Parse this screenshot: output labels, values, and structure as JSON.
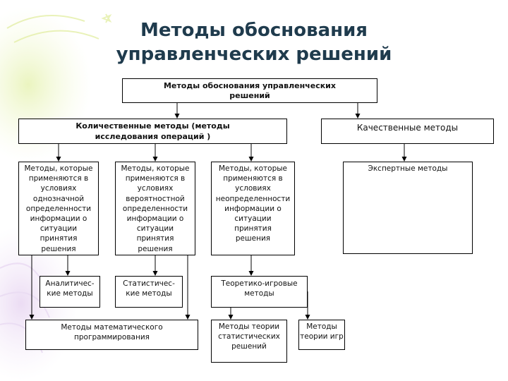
{
  "title": {
    "line1": "Методы обоснования",
    "line2": "управленческих решений"
  },
  "boxes": {
    "root": [
      "Методы обоснования управленческих",
      "решений"
    ],
    "quantitative": [
      "Количественные методы (методы",
      "исследования операций )"
    ],
    "qualitative": "Качественные методы",
    "certainty": [
      "Методы, которые",
      "применяются в",
      "условиях",
      "однозначной",
      "определенности",
      "информации о",
      "ситуации",
      "принятия",
      "решения"
    ],
    "probabilistic": [
      "Методы, которые",
      "применяются в",
      "условиях",
      "вероятностной",
      "определенности",
      "информации о",
      "ситуации",
      "принятия",
      "решения"
    ],
    "uncertainty": [
      "Методы, которые",
      "применяются в",
      "условиях",
      "неопределенности",
      "информации о",
      "ситуации",
      "принятия",
      "решения"
    ],
    "expert": "Экспертные методы",
    "analytical": [
      "Аналитичес-",
      "кие методы"
    ],
    "statistical": [
      "Статистичес-",
      "кие методы"
    ],
    "game_theoretic": [
      "Теоретико-игровые",
      "методы"
    ],
    "math_programming": [
      "Методы математического",
      "программирования"
    ],
    "statistical_decisions": [
      "Методы теории",
      "статистических",
      "решений"
    ],
    "game_theory": [
      "Методы",
      "теории игр"
    ]
  }
}
